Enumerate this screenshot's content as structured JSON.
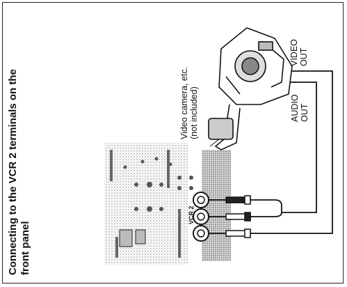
{
  "title": {
    "line1": "Connecting to the VCR 2 terminals on the",
    "line2": "front panel"
  },
  "labels": {
    "video_out_1": "VIDEO",
    "video_out_2": "OUT",
    "audio_out_1": "AUDIO",
    "audio_out_2": "OUT",
    "camera_1": "Video camera, etc.",
    "camera_2": "(not included)",
    "panel_vcr2": "VCR 2"
  },
  "icons": {
    "vcr_front_panel": "vcr-front-panel-icon",
    "video_camera": "video-camera-icon",
    "plug": "rca-plug-icon"
  }
}
